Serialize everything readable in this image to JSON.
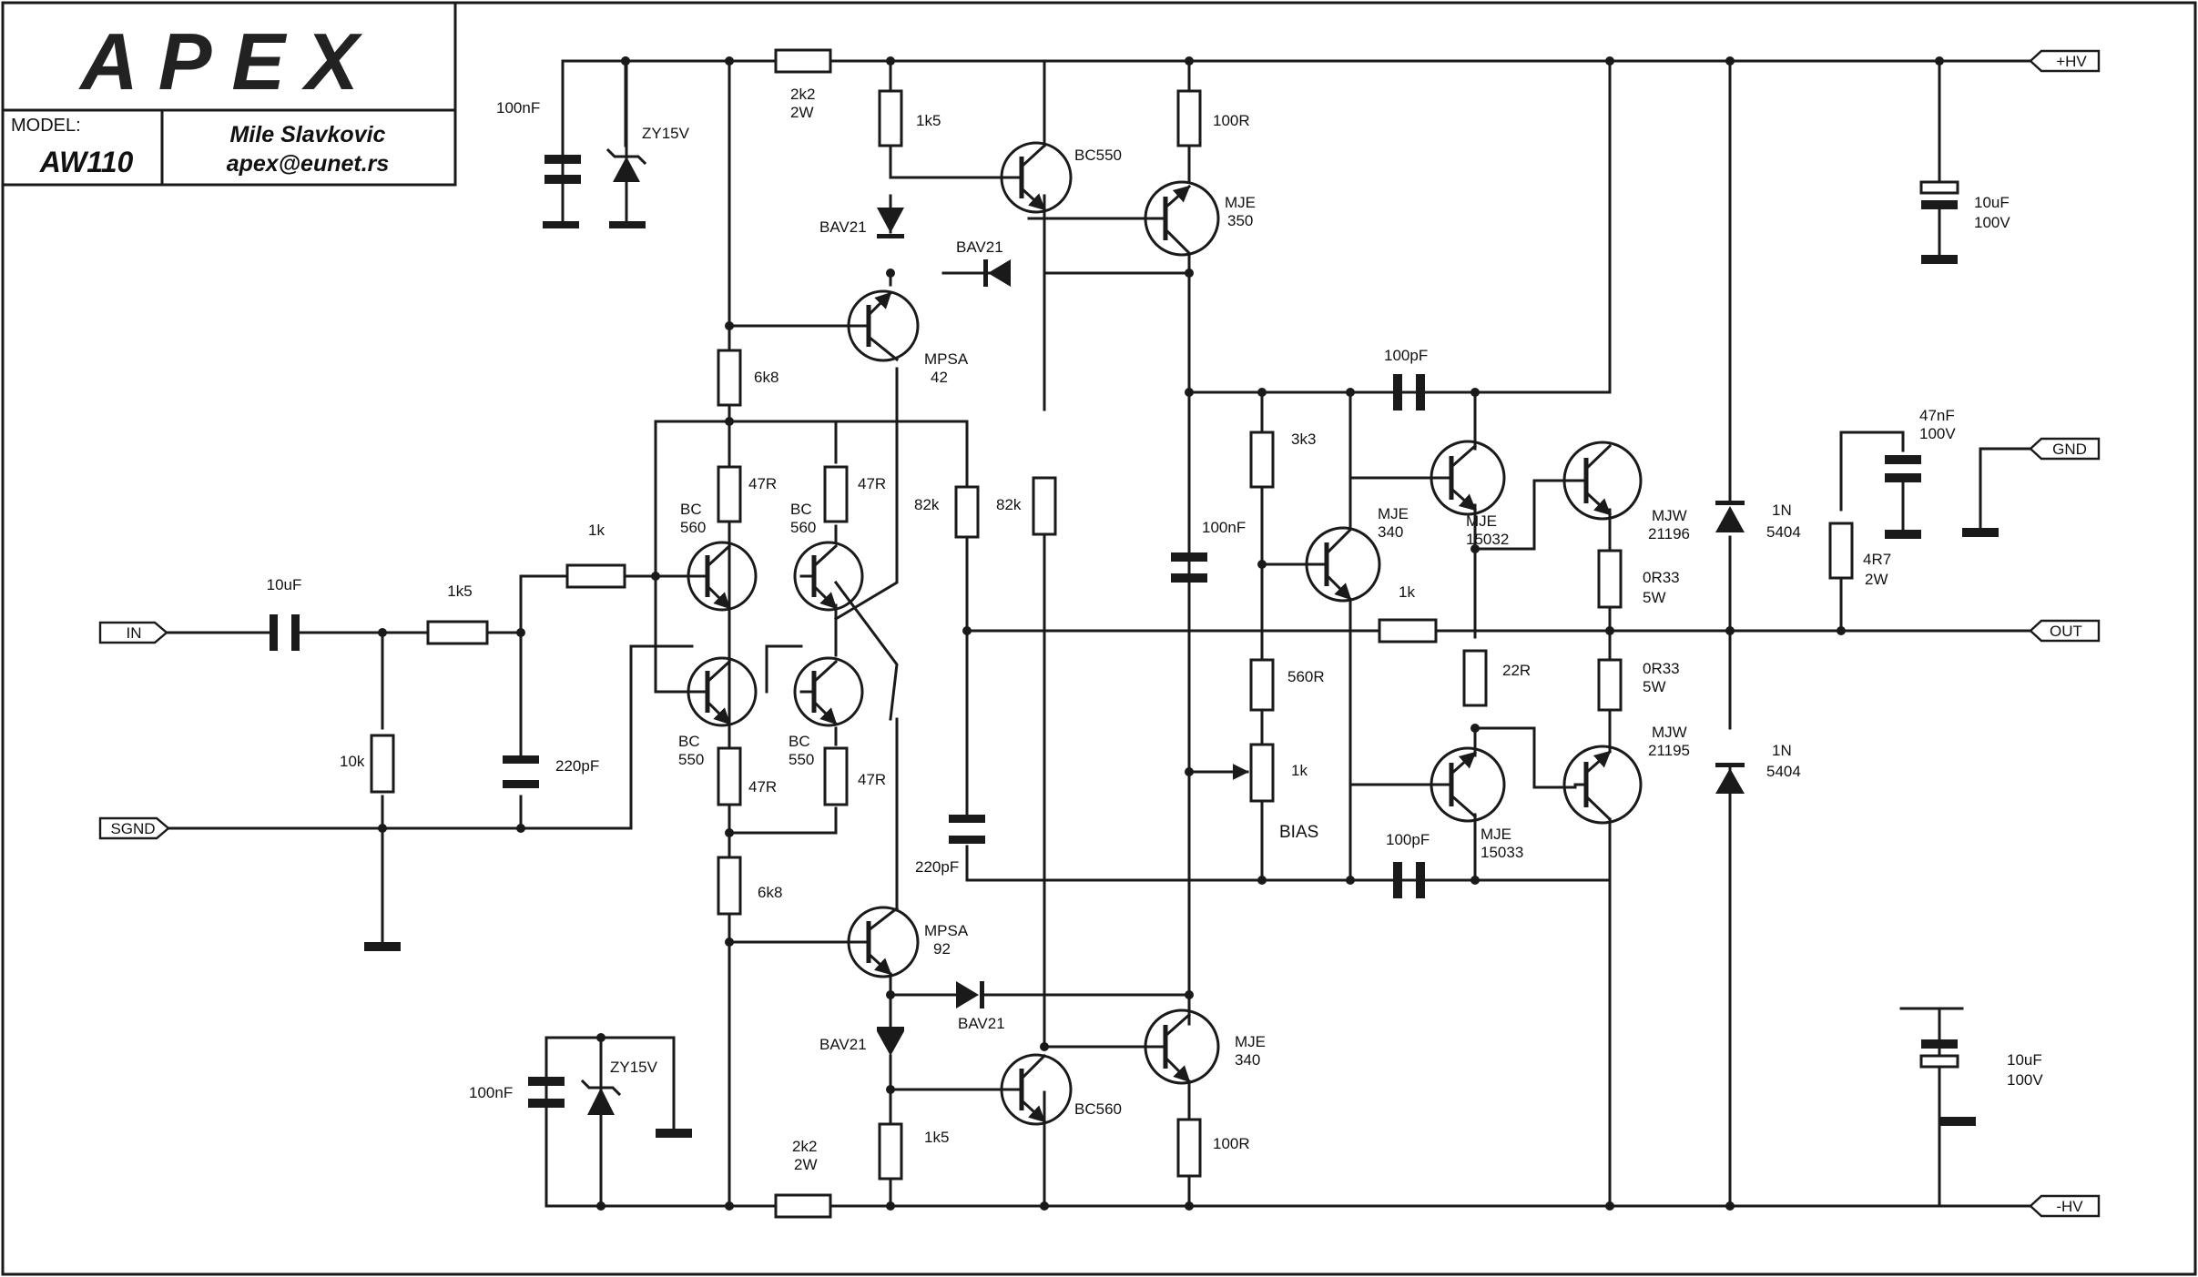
{
  "title_block": {
    "logo": "APEX",
    "model_label": "MODEL:",
    "model": "AW110",
    "author": "Mile Slavkovic",
    "email": "apex@eunet.rs"
  },
  "ports": {
    "in": "IN",
    "sgnd": "SGND",
    "hv_pos": "+HV",
    "hv_neg": "-HV",
    "gnd": "GND",
    "out": "OUT"
  },
  "components": {
    "c_in": "10uF",
    "r_in": "1k5",
    "r_shunt": "10k",
    "c_rf": "220pF",
    "r_fb": "1k",
    "q_ltp1": [
      "BC",
      "560"
    ],
    "q_ltp2": [
      "BC",
      "560"
    ],
    "q_ltp3": [
      "BC",
      "550"
    ],
    "q_ltp4": [
      "BC",
      "550"
    ],
    "r_e1": "47R",
    "r_e2": "47R",
    "r_e3": "47R",
    "r_e4": "47R",
    "r_top_6k8": "6k8",
    "r_bot_6k8": "6k8",
    "r_82k_a": "82k",
    "r_82k_b": "82k",
    "c_comp": "220pF",
    "q_mpsa42": [
      "MPSA",
      "42"
    ],
    "q_mpsa92": [
      "MPSA",
      "92"
    ],
    "d_top1": "BAV21",
    "d_top2": "BAV21",
    "d_bot1": "BAV21",
    "d_bot2": "BAV21",
    "r_top_1k5": "1k5",
    "r_bot_1k5": "1k5",
    "r_top_2k2": [
      "2k2",
      "2W"
    ],
    "r_bot_2k2": [
      "2k2",
      "2W"
    ],
    "q_bc550": "BC550",
    "q_bc560": "BC560",
    "q_mje350": [
      "MJE",
      "350"
    ],
    "q_mje340_bot": [
      "MJE",
      "340"
    ],
    "r_top_100r": "100R",
    "r_bot_100r": "100R",
    "c_top_100nf": "100nF",
    "c_bot_100nf": "100nF",
    "z_top": "ZY15V",
    "z_bot": "ZY15V",
    "c_vbe_100nf": "100nF",
    "r_3k3": "3k3",
    "q_mje340_bias": [
      "MJE",
      "340"
    ],
    "r_560r": "560R",
    "pot_bias": "1k",
    "bias_label": "BIAS",
    "r_bias_1k": "1k",
    "c_top_100pf": "100pF",
    "c_bot_100pf": "100pF",
    "q_mje15032": [
      "MJE",
      "15032"
    ],
    "q_mje15033": [
      "MJE",
      "15033"
    ],
    "r_22r": "22R",
    "q_mjw21196": [
      "MJW",
      "21196"
    ],
    "q_mjw21195": [
      "MJW",
      "21195"
    ],
    "r_0r33_a": [
      "0R33",
      "5W"
    ],
    "r_0r33_b": [
      "0R33",
      "5W"
    ],
    "d_1n5404_a": [
      "1N",
      "5404"
    ],
    "d_1n5404_b": [
      "1N",
      "5404"
    ],
    "c_top_10uf": [
      "10uF",
      "100V"
    ],
    "c_bot_10uf": [
      "10uF",
      "100V"
    ],
    "c_47nf": [
      "47nF",
      "100V"
    ],
    "r_4r7": [
      "4R7",
      "2W"
    ]
  }
}
